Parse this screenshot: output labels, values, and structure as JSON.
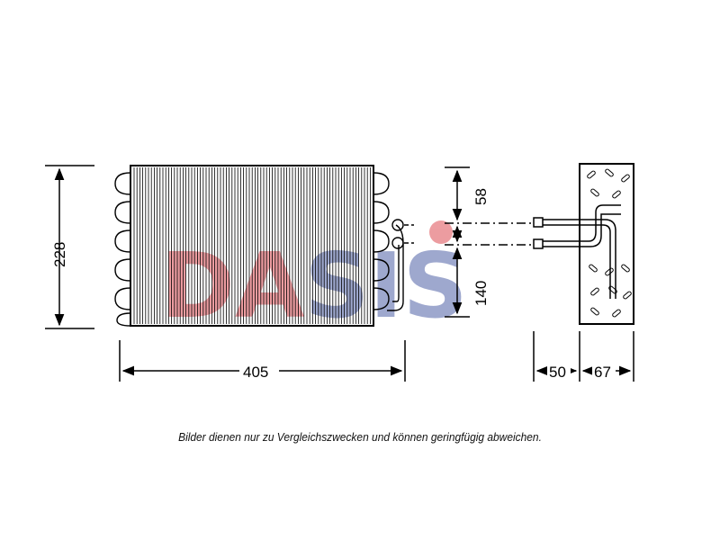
{
  "dimensions": {
    "height": "228",
    "width": "405",
    "upper_offset": "58",
    "lower_offset": "140",
    "pipe_depth": "50",
    "body_depth": "67"
  },
  "watermark": {
    "text": "DASIS",
    "colors": {
      "primary": "#d7262e",
      "secondary": "#2b3f93"
    }
  },
  "caption": "Bilder dienen nur zu Vergleichszwecken und können geringfügig abweichen."
}
